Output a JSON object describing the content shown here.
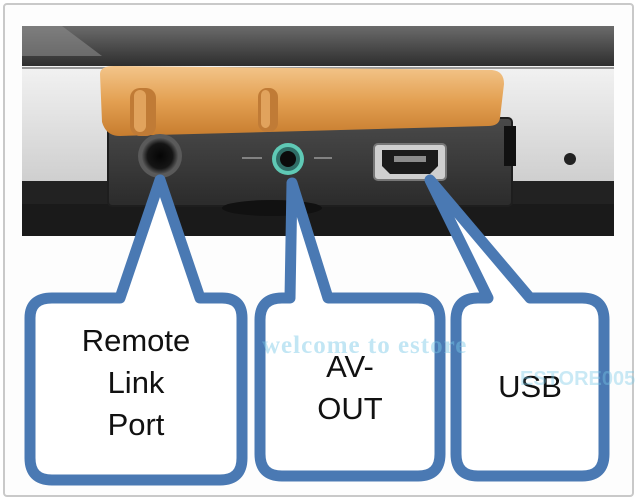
{
  "labels": {
    "remote": "Remote\nLink\nPort",
    "av": "AV-\nOUT",
    "usb": "USB"
  },
  "watermark": {
    "main": "welcome to estore",
    "corner": "ESTORE005"
  },
  "colors": {
    "callout_border": "#4a79b3",
    "callout_fill": "#ffffff",
    "pin_orange": "#e09a45",
    "device_body": "#2a2a2a",
    "device_panel": "#3d3d3d",
    "av_jack_ring": "#5fc9b5"
  }
}
